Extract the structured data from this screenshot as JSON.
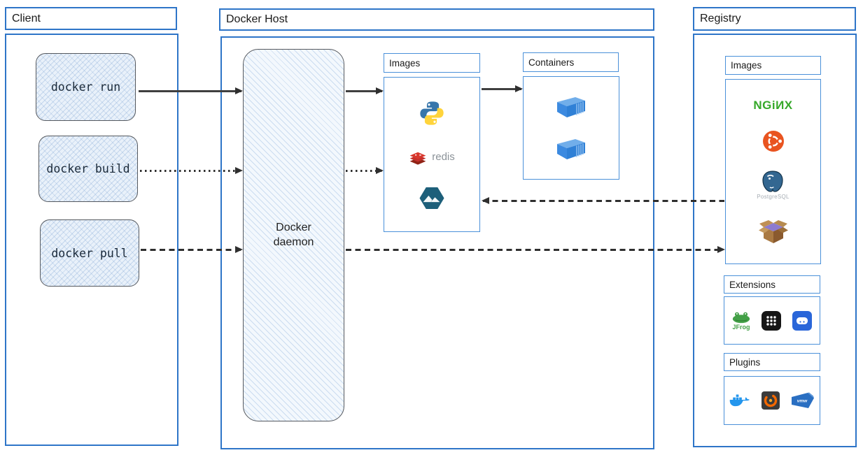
{
  "diagram": {
    "client": {
      "title": "Client",
      "commands": [
        {
          "label": "docker run"
        },
        {
          "label": "docker build"
        },
        {
          "label": "docker pull"
        }
      ]
    },
    "docker_host": {
      "title": "Docker Host",
      "daemon_label": "Docker daemon",
      "images_panel": {
        "title": "Images",
        "items": [
          {
            "icon": "python-icon"
          },
          {
            "icon": "redis-icon",
            "label": "redis"
          },
          {
            "icon": "alpine-icon"
          }
        ]
      },
      "containers_panel": {
        "title": "Containers",
        "container_count": 2
      }
    },
    "registry": {
      "title": "Registry",
      "images_panel": {
        "title": "Images",
        "items": [
          {
            "icon": "nginx-icon",
            "label": "NGiИX"
          },
          {
            "icon": "ubuntu-icon"
          },
          {
            "icon": "postgresql-icon",
            "label": "PostgreSQL"
          },
          {
            "icon": "busybox-icon"
          }
        ]
      },
      "extensions_panel": {
        "title": "Extensions",
        "items": [
          {
            "icon": "jfrog-icon",
            "label": "JFrog"
          },
          {
            "icon": "app-grid-icon"
          },
          {
            "icon": "drive-icon"
          }
        ]
      },
      "plugins_panel": {
        "title": "Plugins",
        "items": [
          {
            "icon": "docker-whale-icon"
          },
          {
            "icon": "grafana-icon"
          },
          {
            "icon": "vmware-icon",
            "label": "vmw"
          }
        ]
      }
    },
    "arrows": [
      {
        "from": "docker run",
        "to": "Docker daemon",
        "style": "solid"
      },
      {
        "from": "Docker daemon",
        "to": "Images",
        "style": "solid"
      },
      {
        "from": "Images",
        "to": "Containers",
        "style": "solid"
      },
      {
        "from": "docker build",
        "to": "Docker daemon",
        "style": "dotted"
      },
      {
        "from": "Docker daemon",
        "to": "Images",
        "style": "dotted"
      },
      {
        "from": "Registry",
        "to": "Images",
        "style": "dashed"
      },
      {
        "from": "docker pull",
        "to": "Docker daemon",
        "style": "dashed"
      },
      {
        "from": "Docker daemon",
        "to": "Registry",
        "style": "dashed"
      }
    ],
    "colors": {
      "frame_blue": "#2e75c8",
      "panel_blue": "#4a90d9",
      "sketch_fill": "#e9f1fa",
      "sketch_border": "#55595f",
      "arrow": "#2f2f2f",
      "nginx_green": "#35a829",
      "ubuntu_orange": "#e95420",
      "redis_red": "#c6302b",
      "python_blue": "#3776ab",
      "python_yellow": "#ffd43b",
      "postgres_blue": "#336791",
      "docker_blue": "#2496ed",
      "grafana_orange": "#f46800",
      "vmware_blue": "#2a6fc2",
      "jfrog_green": "#43a047"
    }
  }
}
